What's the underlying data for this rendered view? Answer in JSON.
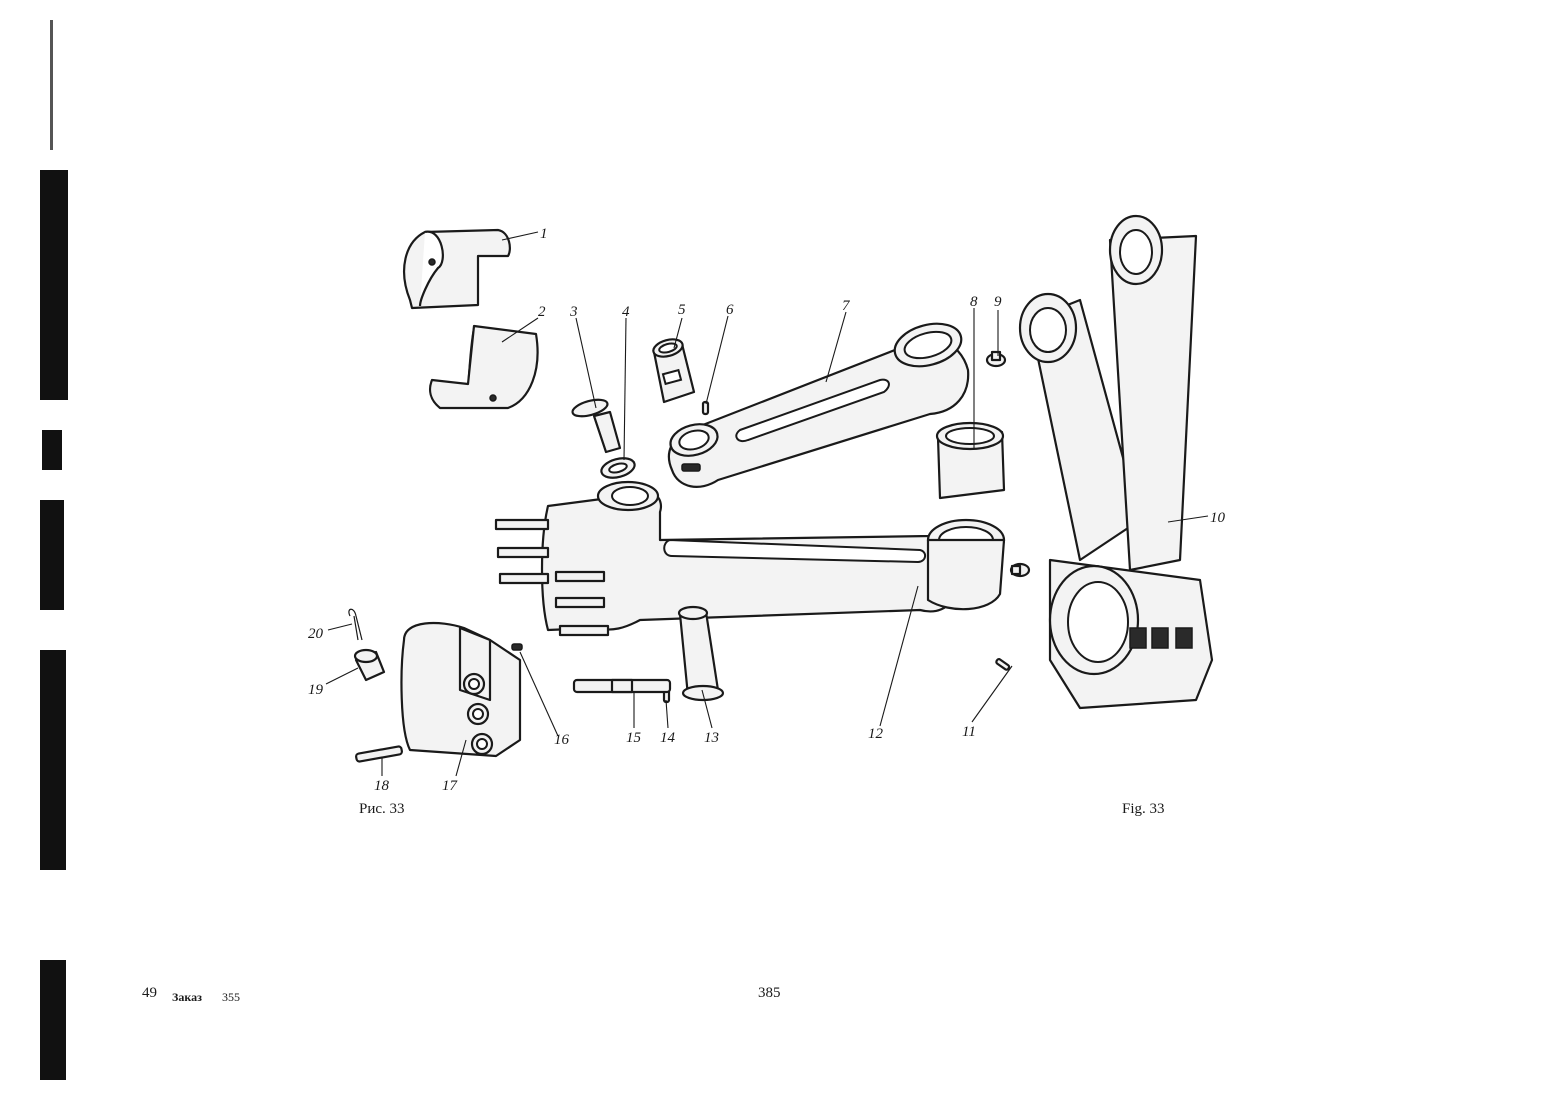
{
  "figure": {
    "caption_ru": "Рис. 33",
    "caption_en": "Fig. 33",
    "part_numbers": [
      "1",
      "2",
      "3",
      "4",
      "5",
      "6",
      "7",
      "8",
      "9",
      "10",
      "11",
      "12",
      "13",
      "14",
      "15",
      "16",
      "17",
      "18",
      "19",
      "20"
    ]
  },
  "footer": {
    "sheet_number": "49",
    "order_label": "Заказ",
    "order_number": "355",
    "page_number": "385"
  }
}
